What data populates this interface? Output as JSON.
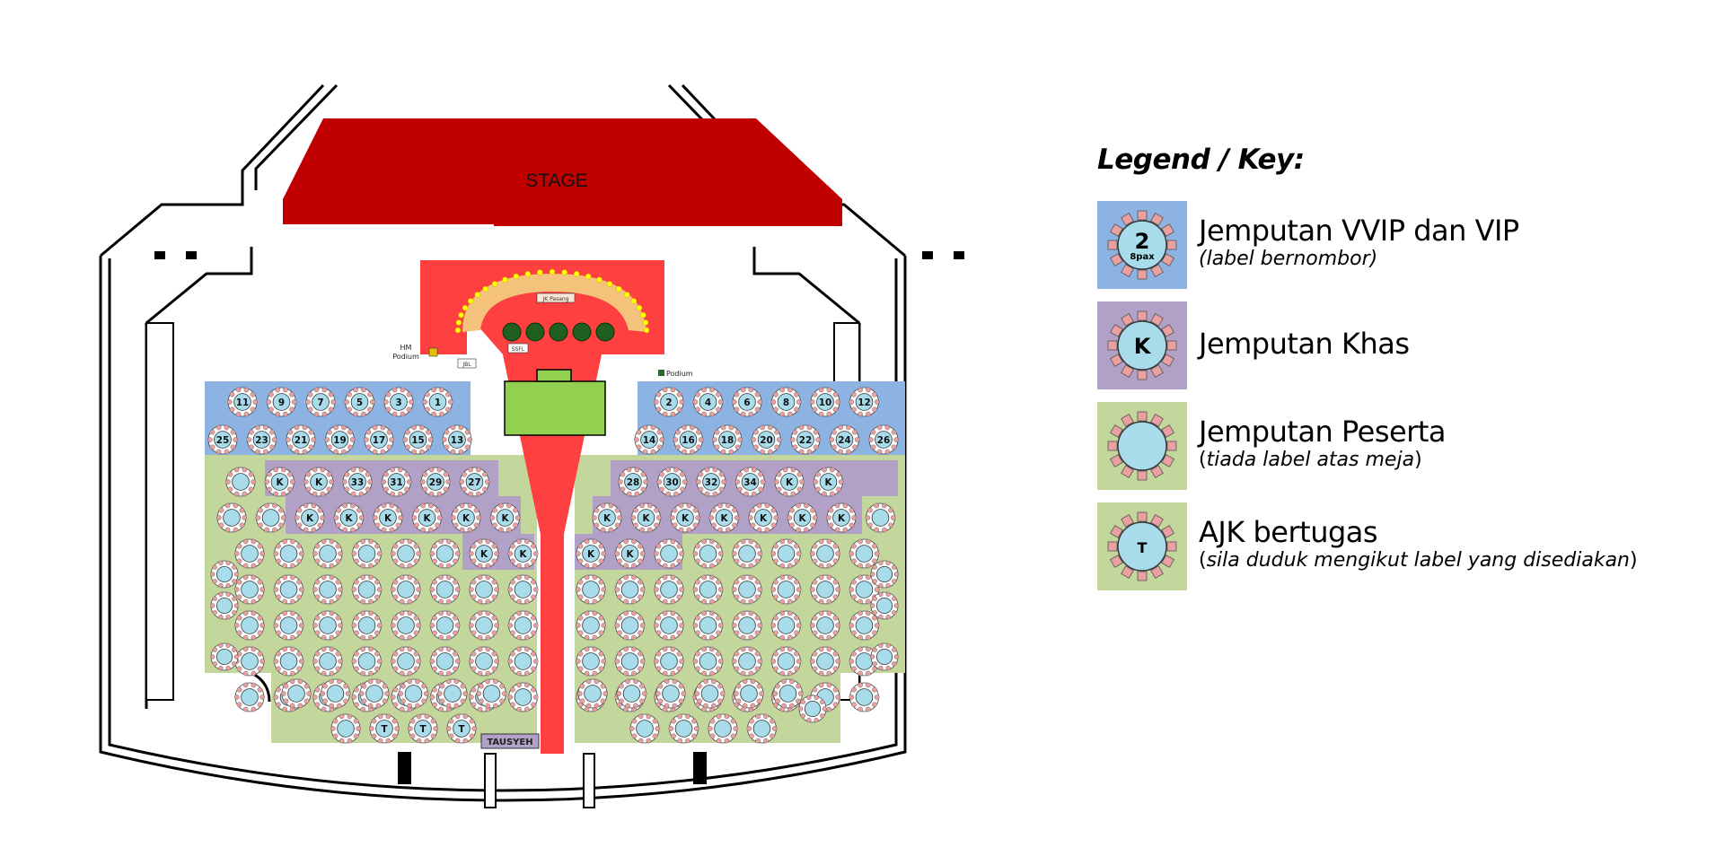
{
  "stage": {
    "label": "STAGE"
  },
  "floor_labels": {
    "hm_podium_line1": "HM",
    "hm_podium_line2": "Podium",
    "podium": "Podium",
    "jk_pasang": "JK Pasang",
    "ssfl": "SSFL",
    "jbl": "JBL",
    "tausyeh": "TAUSYEH"
  },
  "vip_tables": {
    "row1_left": [
      "11",
      "9",
      "7",
      "5",
      "3",
      "1"
    ],
    "row1_right": [
      "2",
      "4",
      "6",
      "8",
      "10",
      "12"
    ],
    "row2_left": [
      "25",
      "23",
      "21",
      "19",
      "17",
      "15",
      "13"
    ],
    "row2_right": [
      "14",
      "16",
      "18",
      "20",
      "22",
      "24",
      "26"
    ],
    "row3_left": [
      "33",
      "31",
      "29",
      "27"
    ],
    "row3_right": [
      "28",
      "30",
      "32",
      "34"
    ]
  },
  "legend": {
    "title": "Legend / Key:",
    "items": [
      {
        "main": "Jemputan VVIP dan VIP",
        "sub": "(label bernombor)",
        "swatch_color": "#8db3e2",
        "table_label": "2",
        "table_sub": "8pax"
      },
      {
        "main": "Jemputan Khas",
        "sub": "",
        "swatch_color": "#b2a1c7",
        "table_label": "K"
      },
      {
        "main": "Jemputan Peserta",
        "sub_prefix": "(",
        "sub_italic": "tiada label atas meja",
        "sub_suffix": ")",
        "swatch_color": "#c3d69b",
        "table_label": ""
      },
      {
        "main": "AJK bertugas",
        "sub_prefix": "(",
        "sub_italic": "sila duduk mengikut label yang disediakan",
        "sub_suffix": ")",
        "swatch_color": "#c3d69b",
        "table_label": "T"
      }
    ]
  },
  "colors": {
    "stage": "#c00000",
    "runway": "#ff4040",
    "vip_zone": "#8db3e2",
    "khas_zone": "#b2a1c7",
    "peserta_zone": "#c3d69b",
    "table": "#a8dcea",
    "chair": "#e8a0a0",
    "screen_box": "#92d050",
    "arc": "#f4c27a"
  }
}
